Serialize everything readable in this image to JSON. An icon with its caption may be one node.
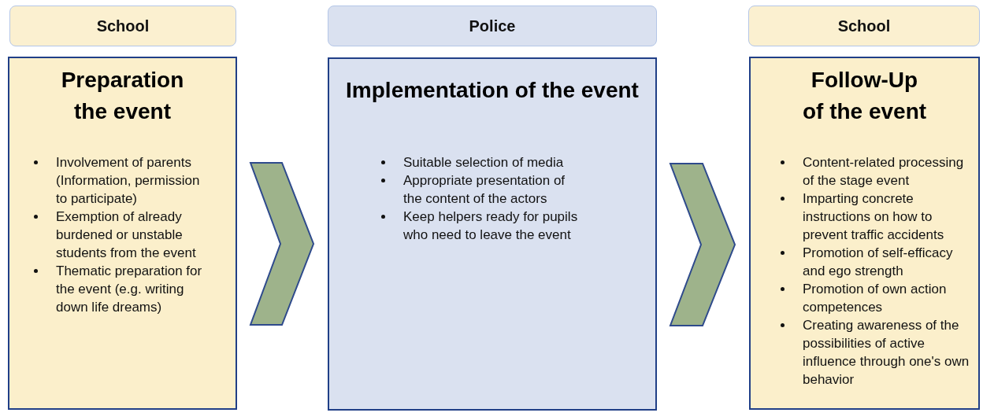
{
  "diagram": {
    "nodes": [
      {
        "text": [
          "School"
        ]
      },
      {
        "text": [
          "Preparation the event",
          "Involvement of parents (Information, permission to participate)",
          "Exemption of already burdened or unstable students from the event",
          "Thematic preparation for the event (e.g. writing down life dreams)"
        ]
      },
      {
        "text": [
          "Police"
        ]
      },
      {
        "text": [
          "Implementation of the event",
          "Suitable selection of media",
          "Appropriate presentation of the content of the actors",
          "Keep helpers ready for pupils who need to leave the event"
        ]
      },
      {
        "text": [
          "School"
        ]
      },
      {
        "text": [
          "Follow-Up of the event",
          "Content-related processing of the stage event",
          "Imparting concrete instructions on how to prevent traffic accidents",
          "Promotion of self-efficacy and ego strength",
          "Promotion of own action competences",
          "Creating awareness of the possibilities of active influence through one's own behavior"
        ]
      }
    ],
    "edges": [
      {
        "from": 1,
        "to": 3,
        "arrow": "to"
      },
      {
        "from": 3,
        "to": 5,
        "arrow": "to"
      }
    ]
  }
}
